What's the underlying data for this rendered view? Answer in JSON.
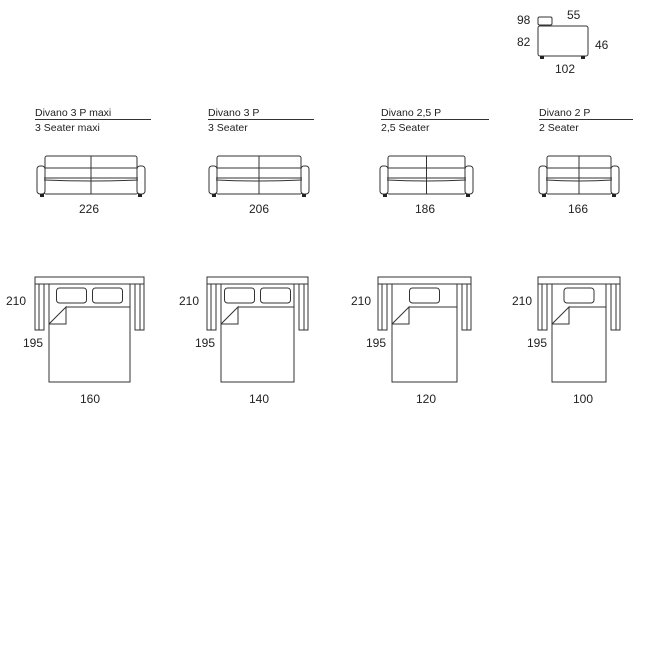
{
  "side_view": {
    "height_back": "98",
    "seat_depth": "55",
    "height_arm": "82",
    "height_seat": "46",
    "depth": "102"
  },
  "models": [
    {
      "name_it": "Divano 3 P maxi",
      "name_en": "3 Seater maxi",
      "sofa_width": "226",
      "bed_length": "210",
      "mattress_length": "195",
      "mattress_width": "160",
      "pillows": 2
    },
    {
      "name_it": "Divano 3 P",
      "name_en": "3 Seater",
      "sofa_width": "206",
      "bed_length": "210",
      "mattress_length": "195",
      "mattress_width": "140",
      "pillows": 2
    },
    {
      "name_it": "Divano 2,5 P",
      "name_en": "2,5 Seater",
      "sofa_width": "186",
      "bed_length": "210",
      "mattress_length": "195",
      "mattress_width": "120",
      "pillows": 1
    },
    {
      "name_it": "Divano 2 P",
      "name_en": "2 Seater",
      "sofa_width": "166",
      "bed_length": "210",
      "mattress_length": "195",
      "mattress_width": "100",
      "pillows": 1
    }
  ],
  "colors": {
    "line": "#333333",
    "text": "#222222"
  }
}
